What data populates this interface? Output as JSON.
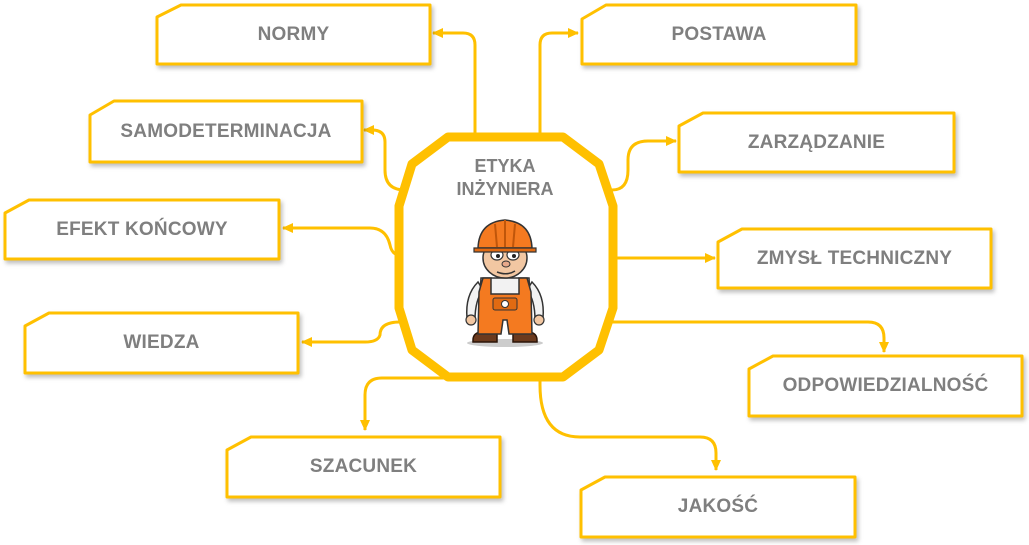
{
  "center": {
    "line1": "ETYKA",
    "line2": "INŻYNIERA"
  },
  "topics": {
    "normy": "NORMY",
    "samodeterminacja": "SAMODETERMINACJA",
    "efekt_koncowy": "EFEKT KOŃCOWY",
    "wiedza": "WIEDZA",
    "szacunek": "SZACUNEK",
    "postawa": "POSTAWA",
    "zarzadzanie": "ZARZĄDZANIE",
    "zmysl_techniczny": "ZMYSŁ TECHNICZNY",
    "odpowiedzialnosc": "ODPOWIEDZIALNOŚĆ",
    "jakosc": "JAKOŚĆ"
  },
  "colors": {
    "accent": "#FFC000",
    "text": "#7F7F7F",
    "overall_orange": "#F47A20"
  },
  "icons": {
    "mascot": "construction-worker-icon"
  }
}
